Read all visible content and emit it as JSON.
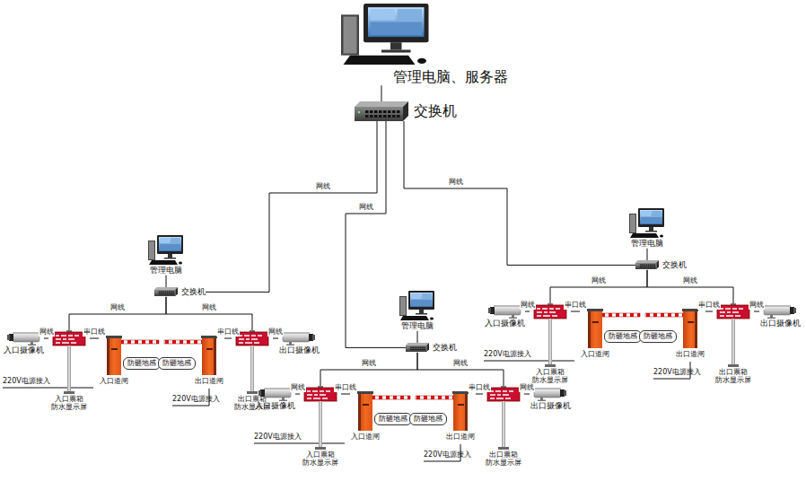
{
  "diagram": {
    "nodes": [
      {
        "text": [
          "管理电脑、服务器"
        ]
      },
      {
        "text": [
          "交换机"
        ]
      },
      {
        "text": [
          "管理电脑"
        ]
      },
      {
        "text": [
          "交换机"
        ]
      },
      {
        "text": [
          "入口摄像机"
        ]
      },
      {
        "text": [
          "入口票箱 防水显示屏"
        ]
      },
      {
        "text": [
          "入口道闸"
        ]
      },
      {
        "text": [
          "防砸地感"
        ]
      },
      {
        "text": [
          "防砸地感"
        ]
      },
      {
        "text": [
          "出口道闸"
        ]
      },
      {
        "text": [
          "出口票箱 防水显示屏"
        ]
      },
      {
        "text": [
          "出口摄像机"
        ]
      },
      {
        "text": [
          "管理电脑"
        ]
      },
      {
        "text": [
          "交换机"
        ]
      },
      {
        "text": [
          "入口摄像机"
        ]
      },
      {
        "text": [
          "入口票箱 防水显示屏"
        ]
      },
      {
        "text": [
          "入口道闸"
        ]
      },
      {
        "text": [
          "防砸地感"
        ]
      },
      {
        "text": [
          "防砸地感"
        ]
      },
      {
        "text": [
          "出口道闸"
        ]
      },
      {
        "text": [
          "出口票箱 防水显示屏"
        ]
      },
      {
        "text": [
          "出口摄像机"
        ]
      },
      {
        "text": [
          "管理电脑"
        ]
      },
      {
        "text": [
          "交换机"
        ]
      },
      {
        "text": [
          "入口摄像机"
        ]
      },
      {
        "text": [
          "入口票箱 防水显示屏"
        ]
      },
      {
        "text": [
          "入口道闸"
        ]
      },
      {
        "text": [
          "防砸地感"
        ]
      },
      {
        "text": [
          "防砸地感"
        ]
      },
      {
        "text": [
          "出口道闸"
        ]
      },
      {
        "text": [
          "出口票箱 防水显示屏"
        ]
      },
      {
        "text": [
          "出口摄像机"
        ]
      }
    ],
    "edges": [
      {
        "from": 0,
        "to": 1,
        "arrow": "none"
      },
      {
        "from": 1,
        "to": 3,
        "label": "网线",
        "arrow": "none"
      },
      {
        "from": 2,
        "to": 3,
        "arrow": "none"
      },
      {
        "from": 3,
        "to": 5,
        "label": "网线",
        "arrow": "none"
      },
      {
        "from": 3,
        "to": 10,
        "label": "网线",
        "arrow": "none"
      },
      {
        "from": 4,
        "to": 5,
        "label": "网线",
        "arrow": "none"
      },
      {
        "from": 5,
        "to": 6,
        "label": "串口线",
        "arrow": "none"
      },
      {
        "from": 9,
        "to": 10,
        "label": "串口线",
        "arrow": "none"
      },
      {
        "from": 10,
        "to": 11,
        "label": "网线",
        "arrow": "none"
      },
      {
        "from": 1,
        "to": 13,
        "label": "网线",
        "arrow": "none"
      },
      {
        "from": 12,
        "to": 13,
        "arrow": "none"
      },
      {
        "from": 13,
        "to": 15,
        "label": "网线",
        "arrow": "none"
      },
      {
        "from": 13,
        "to": 20,
        "label": "网线",
        "arrow": "none"
      },
      {
        "from": 14,
        "to": 15,
        "label": "网线",
        "arrow": "none"
      },
      {
        "from": 15,
        "to": 16,
        "label": "串口线",
        "arrow": "none"
      },
      {
        "from": 19,
        "to": 20,
        "label": "串口线",
        "arrow": "none"
      },
      {
        "from": 20,
        "to": 21,
        "label": "网线",
        "arrow": "none"
      },
      {
        "from": 1,
        "to": 23,
        "label": "网线",
        "arrow": "none"
      },
      {
        "from": 22,
        "to": 23,
        "arrow": "none"
      },
      {
        "from": 23,
        "to": 25,
        "label": "网线",
        "arrow": "none"
      },
      {
        "from": 23,
        "to": 30,
        "label": "网线",
        "arrow": "none"
      },
      {
        "from": 24,
        "to": 25,
        "label": "网线",
        "arrow": "none"
      },
      {
        "from": 25,
        "to": 26,
        "label": "串口线",
        "arrow": "none"
      },
      {
        "from": 29,
        "to": 30,
        "label": "串口线",
        "arrow": "none"
      },
      {
        "from": 30,
        "to": 31,
        "label": "网线",
        "arrow": "none"
      }
    ],
    "labels": [
      "220V电源接入",
      "220V电源接入",
      "220V电源接入",
      "220V电源接入",
      "220V电源接入",
      "220V电源接入"
    ]
  }
}
